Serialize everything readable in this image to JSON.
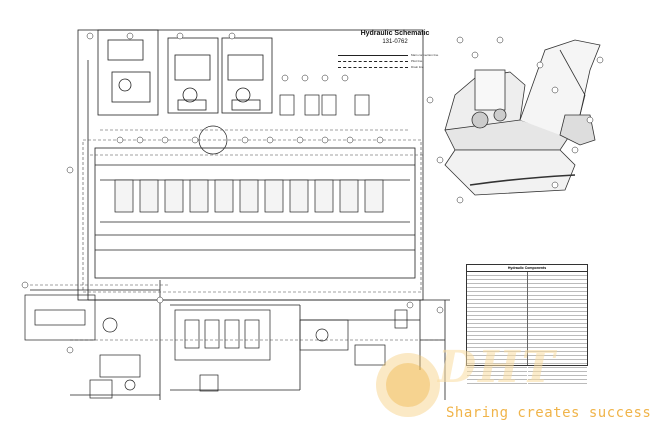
{
  "schematic": {
    "title": "Hydraulic Schematic",
    "part_number": "131-0762",
    "legend_labels": [
      "Main connection line",
      "Pilot line",
      "Drain line"
    ]
  },
  "components_table": {
    "heading": "Hydraulic Components"
  },
  "watermark": {
    "logo_text": "DHT",
    "tagline": "Sharing creates success",
    "color": "#f0b44a"
  }
}
